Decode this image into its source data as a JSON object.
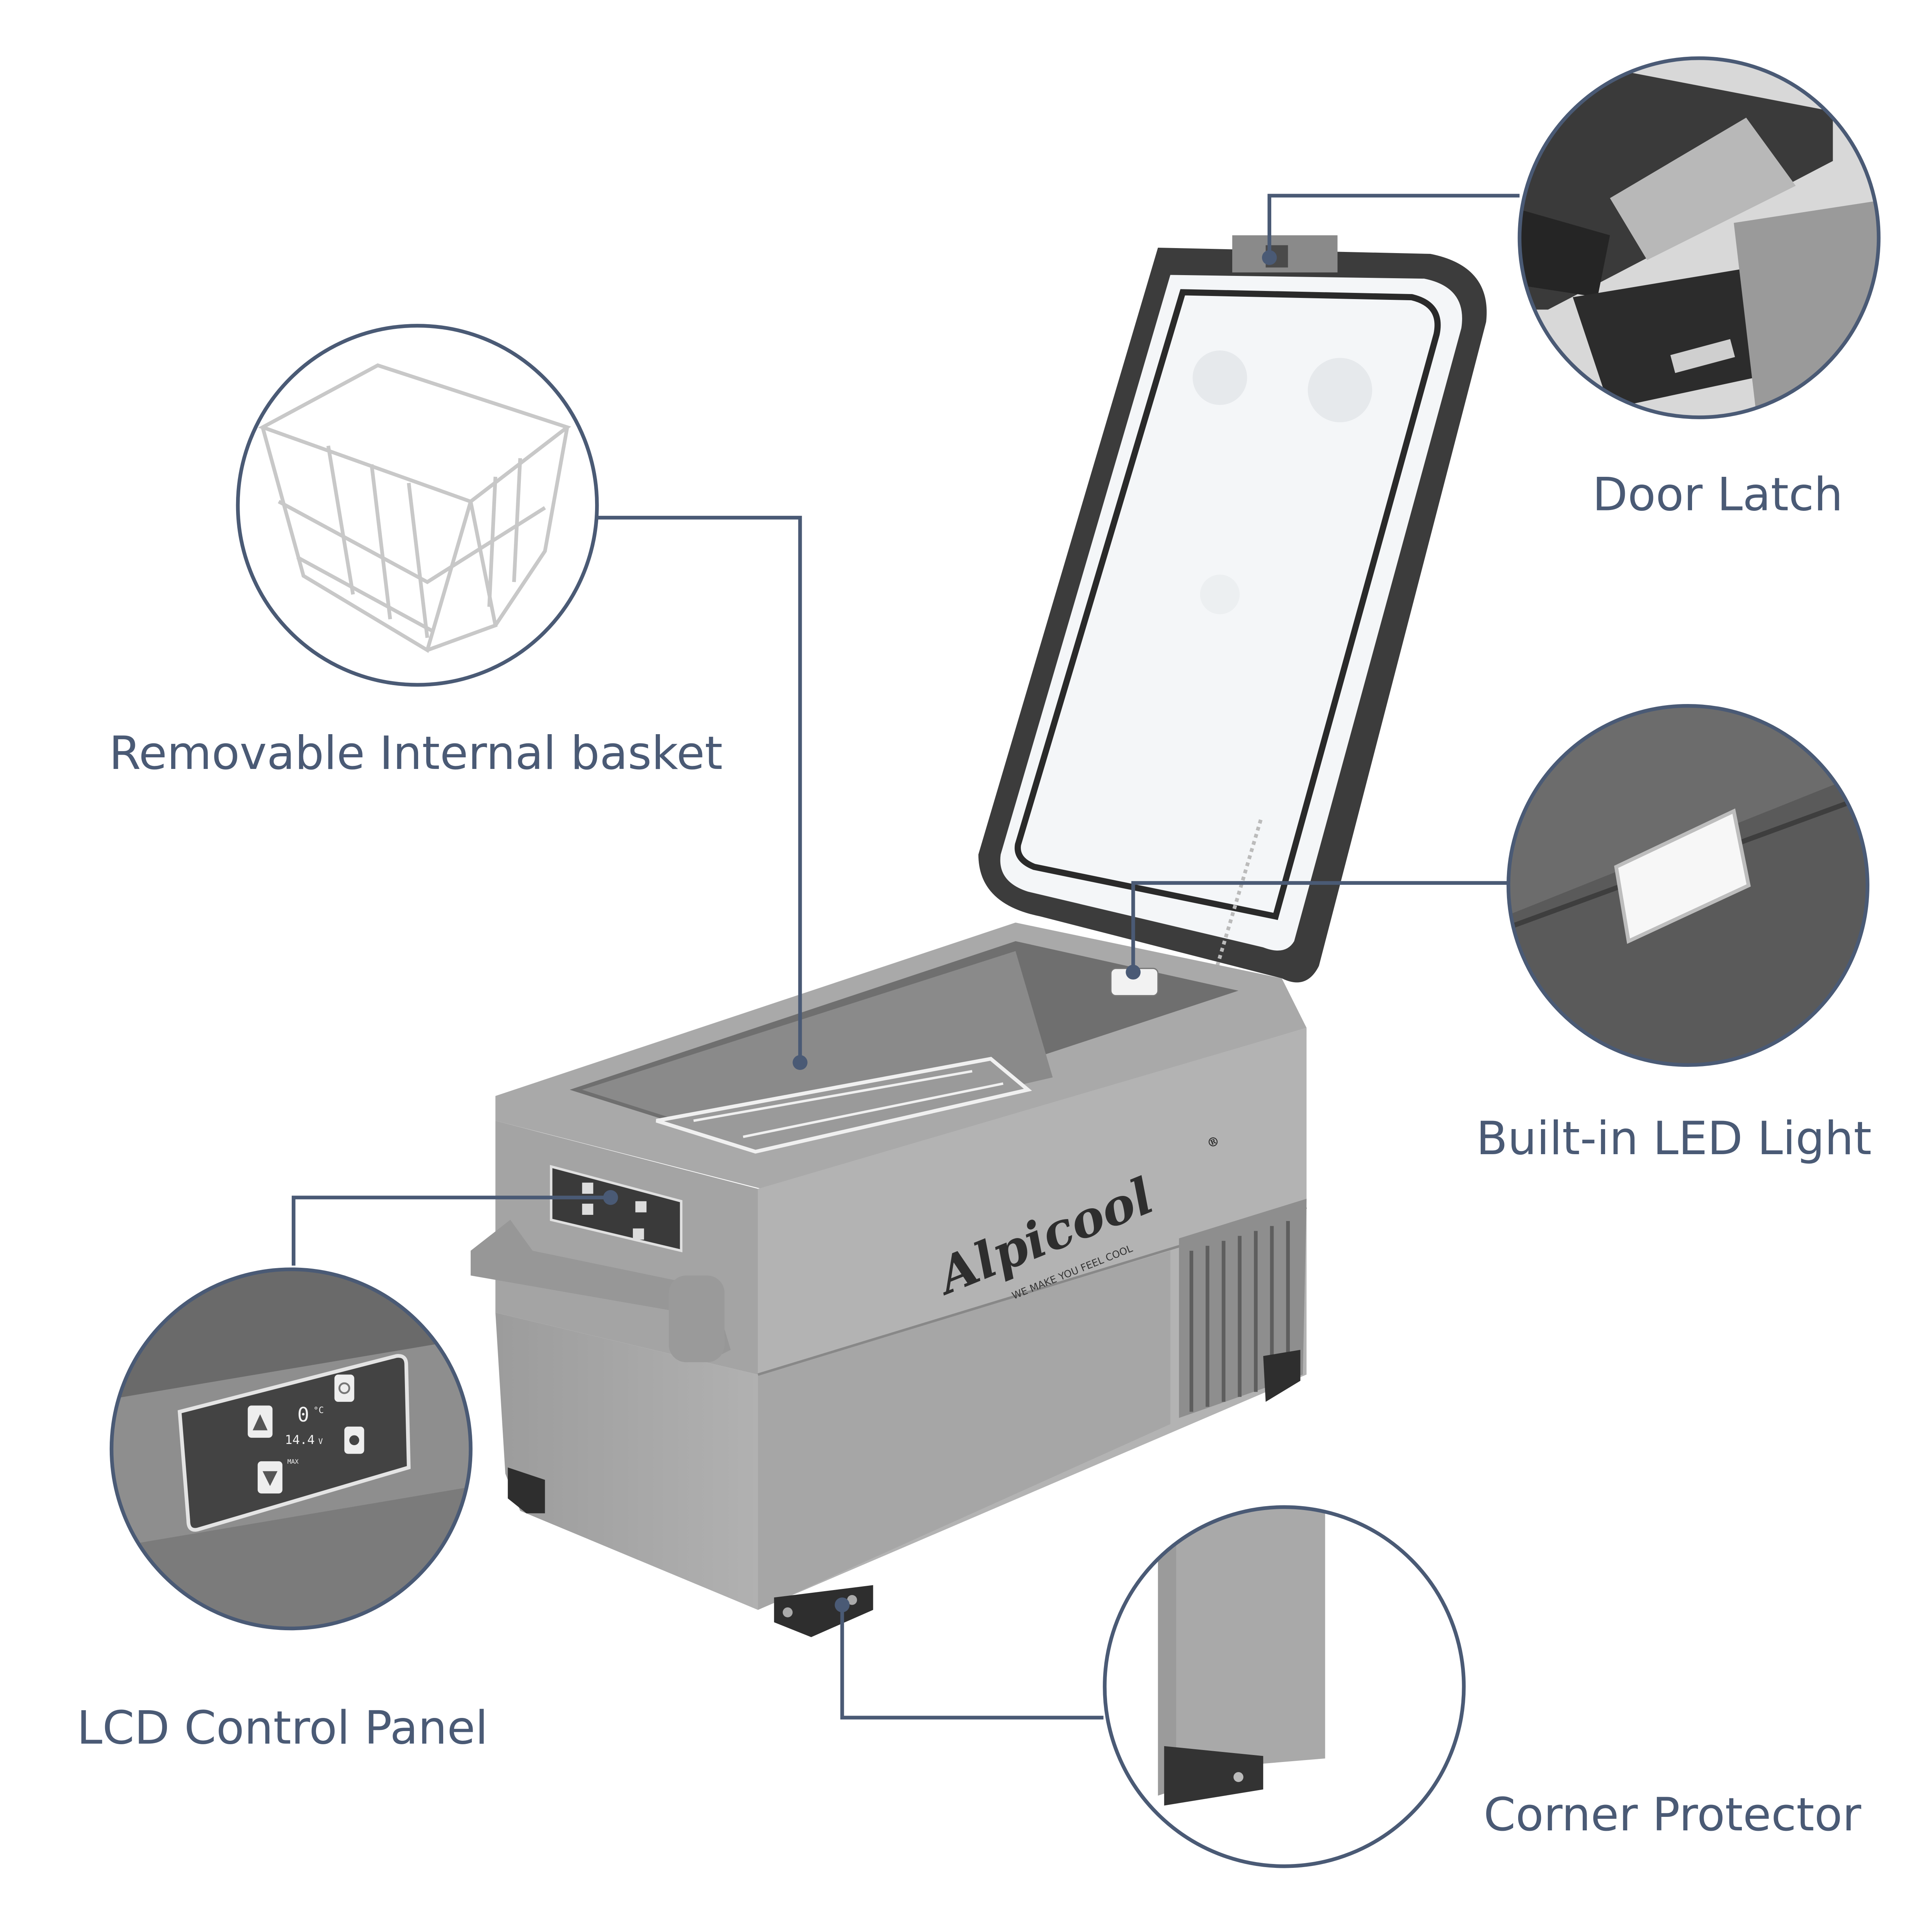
{
  "colors": {
    "label_text": "#4a5a75",
    "callout_line": "#4a5a75",
    "cooler_body": "#a3a3a3",
    "lid_frame": "#3c3c3c",
    "lid_inner": "#f4f6f8"
  },
  "callouts": [
    {
      "id": "door-latch",
      "label": "Door Latch"
    },
    {
      "id": "basket",
      "label": "Removable Internal basket"
    },
    {
      "id": "led-light",
      "label": "Built-in LED Light"
    },
    {
      "id": "lcd-panel",
      "label": "LCD Control Panel"
    },
    {
      "id": "corner-protector",
      "label": "Corner Protector"
    }
  ],
  "product": {
    "brand": "Alpicool",
    "registered_mark": "®",
    "tagline": "WE MAKE YOU FEEL COOL",
    "lcd_temp": "0",
    "lcd_temp_unit": "°C",
    "lcd_voltage": "14.4",
    "lcd_voltage_unit": "V",
    "lcd_mode": "MAX"
  },
  "icons": [
    "arrow-up-icon",
    "arrow-down-icon",
    "power-icon",
    "gear-icon"
  ]
}
